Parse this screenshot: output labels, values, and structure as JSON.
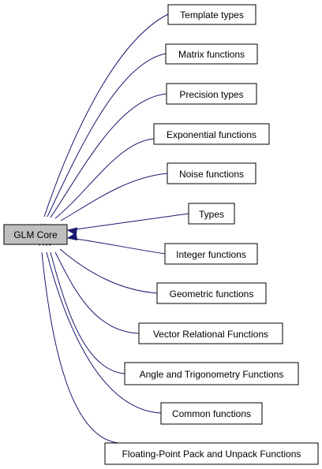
{
  "diagram": {
    "root": {
      "label": "GLM Core"
    },
    "modules": [
      {
        "label": "Template types"
      },
      {
        "label": "Matrix functions"
      },
      {
        "label": "Precision types"
      },
      {
        "label": "Exponential functions"
      },
      {
        "label": "Noise functions"
      },
      {
        "label": "Types"
      },
      {
        "label": "Integer functions"
      },
      {
        "label": "Geometric functions"
      },
      {
        "label": "Vector Relational Functions"
      },
      {
        "label": "Angle and Trigonometry Functions"
      },
      {
        "label": "Common functions"
      },
      {
        "label": "Floating-Point Pack and Unpack Functions"
      }
    ]
  },
  "colors": {
    "edge": "#191970",
    "root_fill": "#bfbfbf",
    "node_fill": "#ffffff",
    "border": "#000000"
  }
}
